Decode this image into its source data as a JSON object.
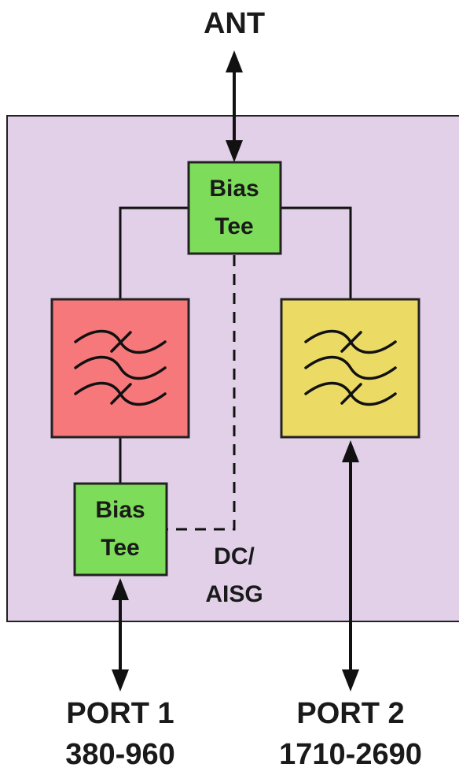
{
  "antenna": {
    "label": "ANT"
  },
  "top_bias_tee": {
    "line1": "Bias",
    "line2": "Tee"
  },
  "bottom_bias_tee": {
    "line1": "Bias",
    "line2": "Tee"
  },
  "dc_label": {
    "line1": "DC/",
    "line2": "AISG"
  },
  "port1": {
    "name": "PORT 1",
    "range": "380-960"
  },
  "port2": {
    "name": "PORT 2",
    "range": "1710-2690"
  },
  "colors": {
    "enclosure": "#e1d0e8",
    "bias_tee": "#7ddc5a",
    "low_band_filter": "#f6787a",
    "high_band_filter": "#ebdb64"
  },
  "icons": [
    "arrow-icon",
    "filter-icon"
  ]
}
